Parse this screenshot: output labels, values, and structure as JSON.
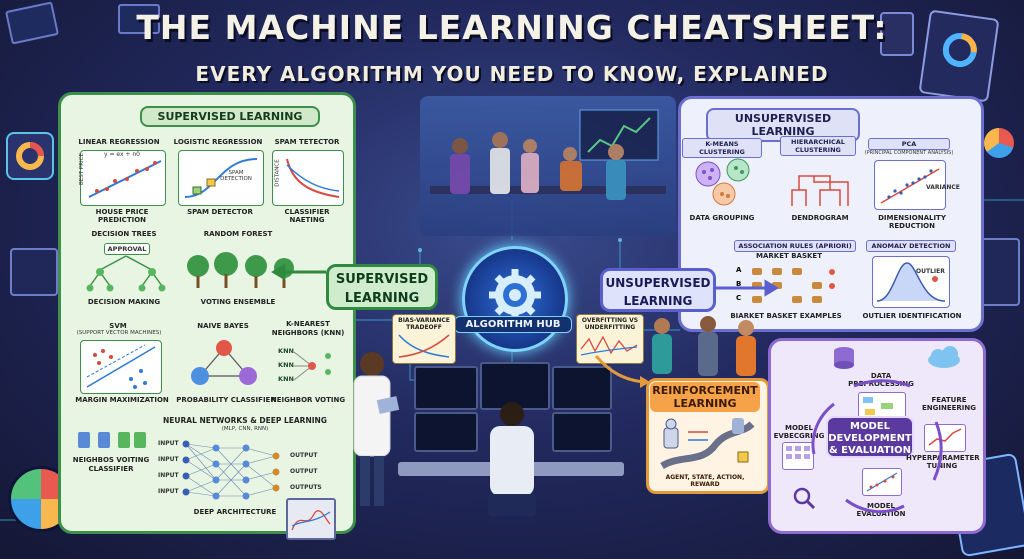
{
  "title": "THE MACHINE LEARNING CHEATSHEET:",
  "subtitle": "EVERY ALGORITHM YOU NEED TO KNOW, EXPLAINED",
  "supervised": {
    "header": "SUPERVISED LEARNING",
    "linear_regression": {
      "title": "LINEAR REGRESSION",
      "formula": "y = ex + n0",
      "axis": "BEST PRICE",
      "caption": "HOUSE PRICE PREDICTION"
    },
    "logistic_regression": {
      "title": "LOGISTIC REGRESSION",
      "inner": "SPAM DETECTION",
      "caption": "SPAM DETECTOR"
    },
    "spam_detector": {
      "title": "SPAM TETECTOR",
      "axis": "DISTANCE",
      "caption": "CLASSIFIER NAETING"
    },
    "decision_trees": {
      "title": "DECISION TREES",
      "node": "APPROVAL",
      "caption": "DECISION MAKING"
    },
    "random_forest": {
      "title": "RANDOM FOREST",
      "caption": "VOTING ENSEMBLE"
    },
    "svm": {
      "title": "SVM",
      "subtitle": "(SUPPORT VECTOR MACHINES)",
      "caption": "MARGIN MAXIMIZATION"
    },
    "naive_bayes": {
      "title": "NAIVE BAYES",
      "caption": "PROBABILITY CLASSIFIER"
    },
    "knn": {
      "title": "K-NEAREST NEIGHBORS (KNN)",
      "tag": "KNN",
      "caption": "NEIGHBOR VOTING"
    },
    "neural_networks": {
      "title": "NEURAL NETWORKS & DEEP LEARNING",
      "subtitle": "(MLP, CNN, RNN)",
      "input": "INPUT",
      "output": "OUTPUT",
      "outputs": "OUTPUTS",
      "caption": "DEEP ARCHITECTURE"
    },
    "neighbor_caption": "NEIGHBOS VOITING CLASSIFIER"
  },
  "unsupervised": {
    "header": "UNSUPERVISED LEARNING",
    "kmeans": {
      "title": "K-MEANS CLUSTERING",
      "caption": "DATA GROUPING"
    },
    "hierarchical": {
      "title": "HIERARCHICAL CLUSTERING",
      "caption": "DENDROGRAM"
    },
    "pca": {
      "title": "PCA",
      "subtitle": "(PRINCIPAL COMPONENT ANALYSIS)",
      "inner": "VARIANCE",
      "caption": "DIMENSIONALITY REDUCTION"
    },
    "association": {
      "title": "ASSOCIATION RULES (APRIORI)",
      "top": "MARKET BASKET",
      "rows": [
        "A",
        "B",
        "C"
      ],
      "caption": "BIARKET BASKET EXAMPLES"
    },
    "anomaly": {
      "title": "ANOMALY DETECTION",
      "inner": "OUTLIER",
      "caption": "OUTLIER IDENTIFICATION"
    }
  },
  "center": {
    "supervised_bubble": "SUPERVISED LEARNING",
    "unsupervised_bubble": "UNSUPERVISED LEARNING",
    "hub": "ALGORITHM HUB",
    "bias_variance": "BIAS-VARIANCE TRADEOFF",
    "overfitting": "OVERFITTING VS UNDERFITTING"
  },
  "reinforcement": {
    "title": "REINFORCEMENT LEARNING",
    "caption": "AGENT, STATE, ACTION, REWARD"
  },
  "model": {
    "center": "MODEL DEVELOPMENT & EVALUATION",
    "data_preprocessing": "DATA PREPROCESSING",
    "feature_engineering": "FEATURE ENGINEERING",
    "hyperparameter_tuning": "HYPERPARAMETER TUNING",
    "model_evaluation": "MODEL EVALUATION",
    "model_embedding": "MODEL EVBECGRING"
  },
  "colors": {
    "supervised": "#3f8f4c",
    "unsupervised": "#6b6fd0",
    "reinforcement": "#e39a3a",
    "hub": "#2e6fd6"
  }
}
